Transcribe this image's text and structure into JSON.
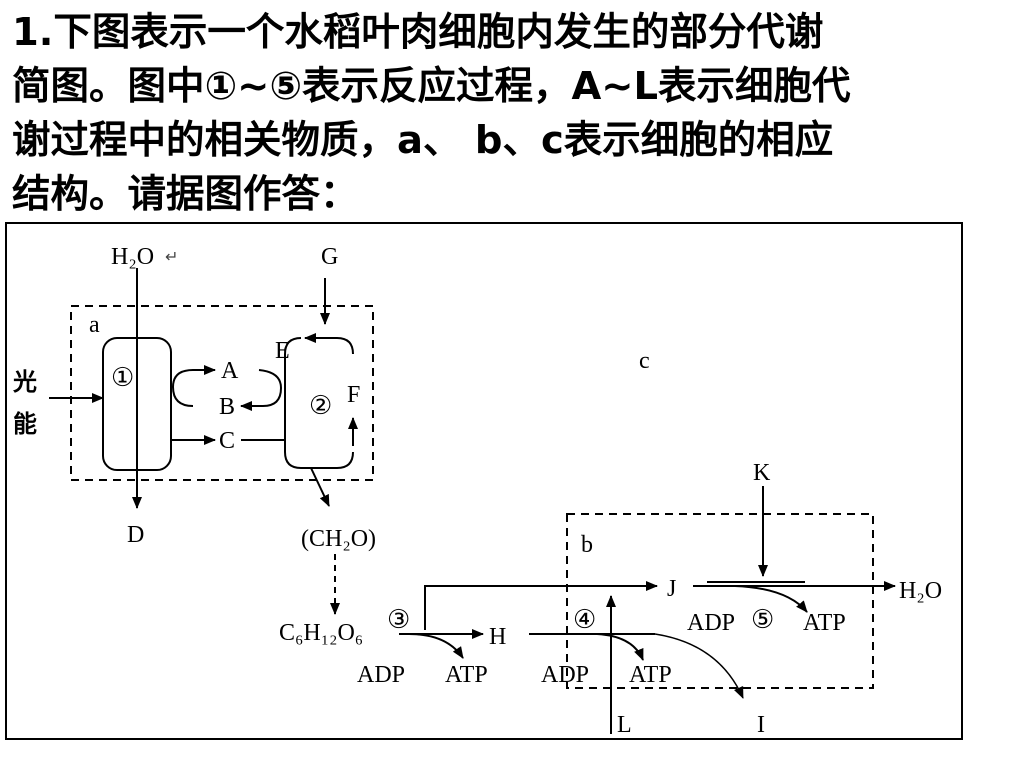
{
  "question": {
    "lines": [
      "1.下图表示一个水稻叶肉细胞内发生的部分代谢",
      "简图。图中①~⑤表示反应过程，A~L表示细胞代",
      "谢过程中的相关物质，a、 b、c表示细胞的相应",
      "结构。请据图作答："
    ]
  },
  "diagram": {
    "labels": {
      "h2o_in": "H₂O",
      "g": "G",
      "a_struct": "a",
      "light": [
        "光",
        "能"
      ],
      "proc1": "①",
      "proc2": "②",
      "a": "A",
      "b": "B",
      "c": "C",
      "e": "E",
      "f": "F",
      "d": "D",
      "ch2o": "(CH₂O)",
      "c_struct": "c",
      "k": "K",
      "b_struct": "b",
      "j": "J",
      "h2o_out": "H₂O",
      "adp5": "ADP",
      "proc5": "⑤",
      "atp5": "ATP",
      "glucose": "C₆H₁₂O₆",
      "proc3": "③",
      "h": "H",
      "proc4": "④",
      "adp3": "ADP",
      "atp3": "ATP",
      "adp4": "ADP",
      "atp4": "ATP",
      "l": "L",
      "i": "I"
    }
  }
}
